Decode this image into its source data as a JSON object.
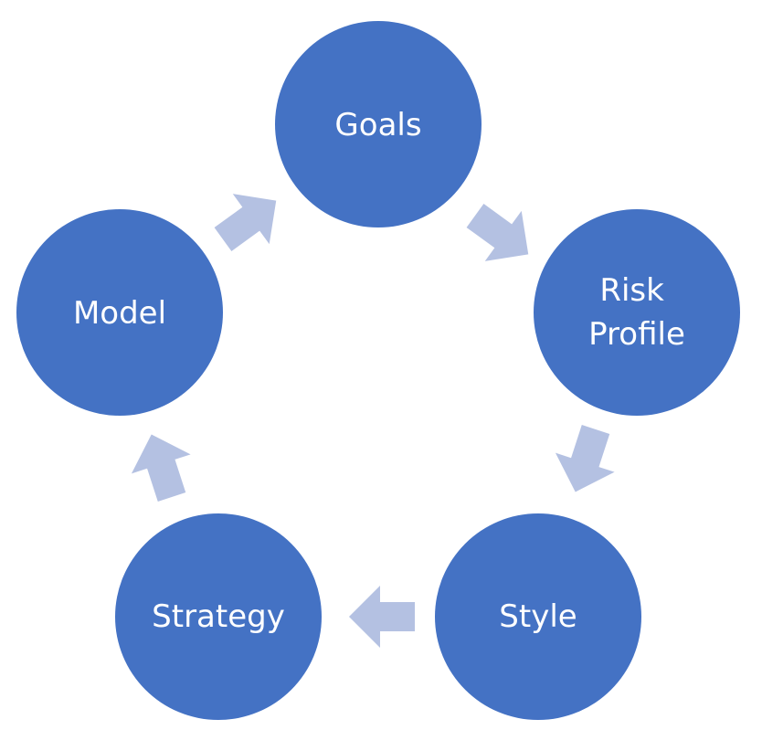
{
  "colors": {
    "node_fill": "#4472C4",
    "arrow_fill": "#B4C1E2",
    "text": "#FFFFFF",
    "background": "#FFFFFF"
  },
  "nodes": [
    {
      "id": "goals",
      "lines": [
        "Goals"
      ]
    },
    {
      "id": "risk-profile",
      "lines": [
        "Risk",
        "Profile"
      ]
    },
    {
      "id": "style",
      "lines": [
        "Style"
      ]
    },
    {
      "id": "strategy",
      "lines": [
        "Strategy"
      ]
    },
    {
      "id": "model",
      "lines": [
        "Model"
      ]
    }
  ],
  "arrows": [
    {
      "from": "goals",
      "to": "risk-profile"
    },
    {
      "from": "risk-profile",
      "to": "style"
    },
    {
      "from": "style",
      "to": "strategy"
    },
    {
      "from": "strategy",
      "to": "model"
    },
    {
      "from": "model",
      "to": "goals"
    }
  ]
}
